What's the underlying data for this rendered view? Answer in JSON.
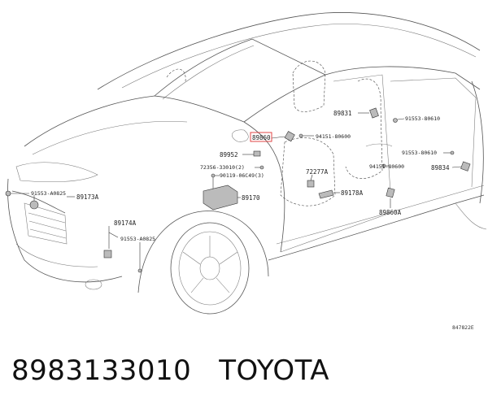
{
  "callouts": {
    "p89831": "89831",
    "p91553_80610_a": "91553-80610",
    "p89860": "89860",
    "p94151_80600_a": "94151-80600",
    "p89952": "89952",
    "p72356": "72356-33010(2)",
    "p90119": "90119-06C49(3)",
    "p91553_80610_b": "91553-80610",
    "p72277a": "72277A",
    "p94151_80600_b": "94151-80600",
    "p89834": "89834",
    "p91553_a0825_a": "91553-A0825",
    "p89173a": "89173A",
    "p89170": "89170",
    "p89178a": "89178A",
    "p89174a": "89174A",
    "p91553_a0825_b": "91553-A0825",
    "p89860a": "89860A"
  },
  "ref_code": "847822E",
  "caption": {
    "part_number": "8983133010",
    "brand": "TOYOTA"
  }
}
